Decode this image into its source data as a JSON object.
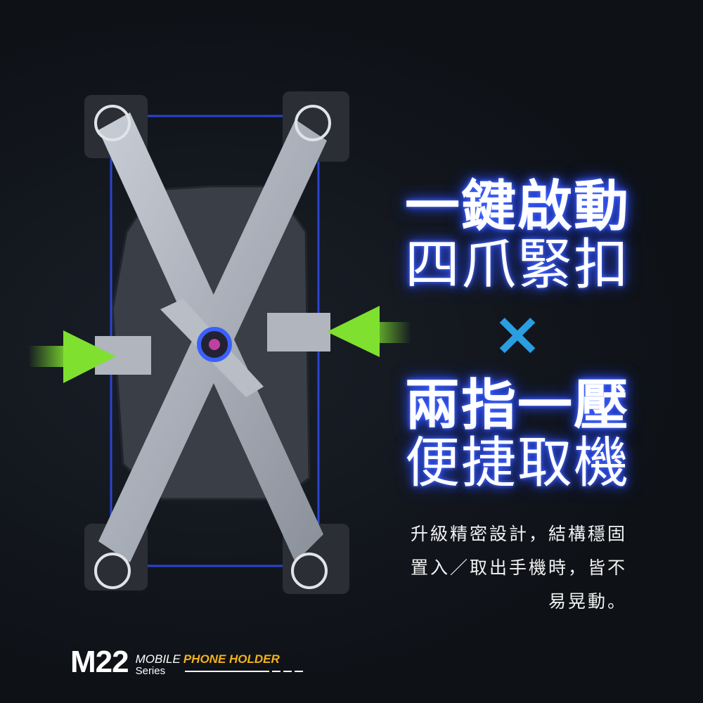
{
  "headline": {
    "line1": "一鍵啟動",
    "line2": "四爪緊扣",
    "separator": "×",
    "line3": "兩指一壓",
    "line4": "便捷取機"
  },
  "description": {
    "line1": "升級精密設計，結構穩固",
    "line2": "置入／取出手機時，皆不",
    "line3": "易晃動。"
  },
  "brand": {
    "model": "M22",
    "mobile": "MOBILE",
    "product": "PHONE HOLDER",
    "series": "Series"
  },
  "colors": {
    "accent_blue": "#2a9ee0",
    "brand_yellow": "#f2b21c",
    "arrow_green": "#7fe030",
    "glow": "#3050ff"
  }
}
